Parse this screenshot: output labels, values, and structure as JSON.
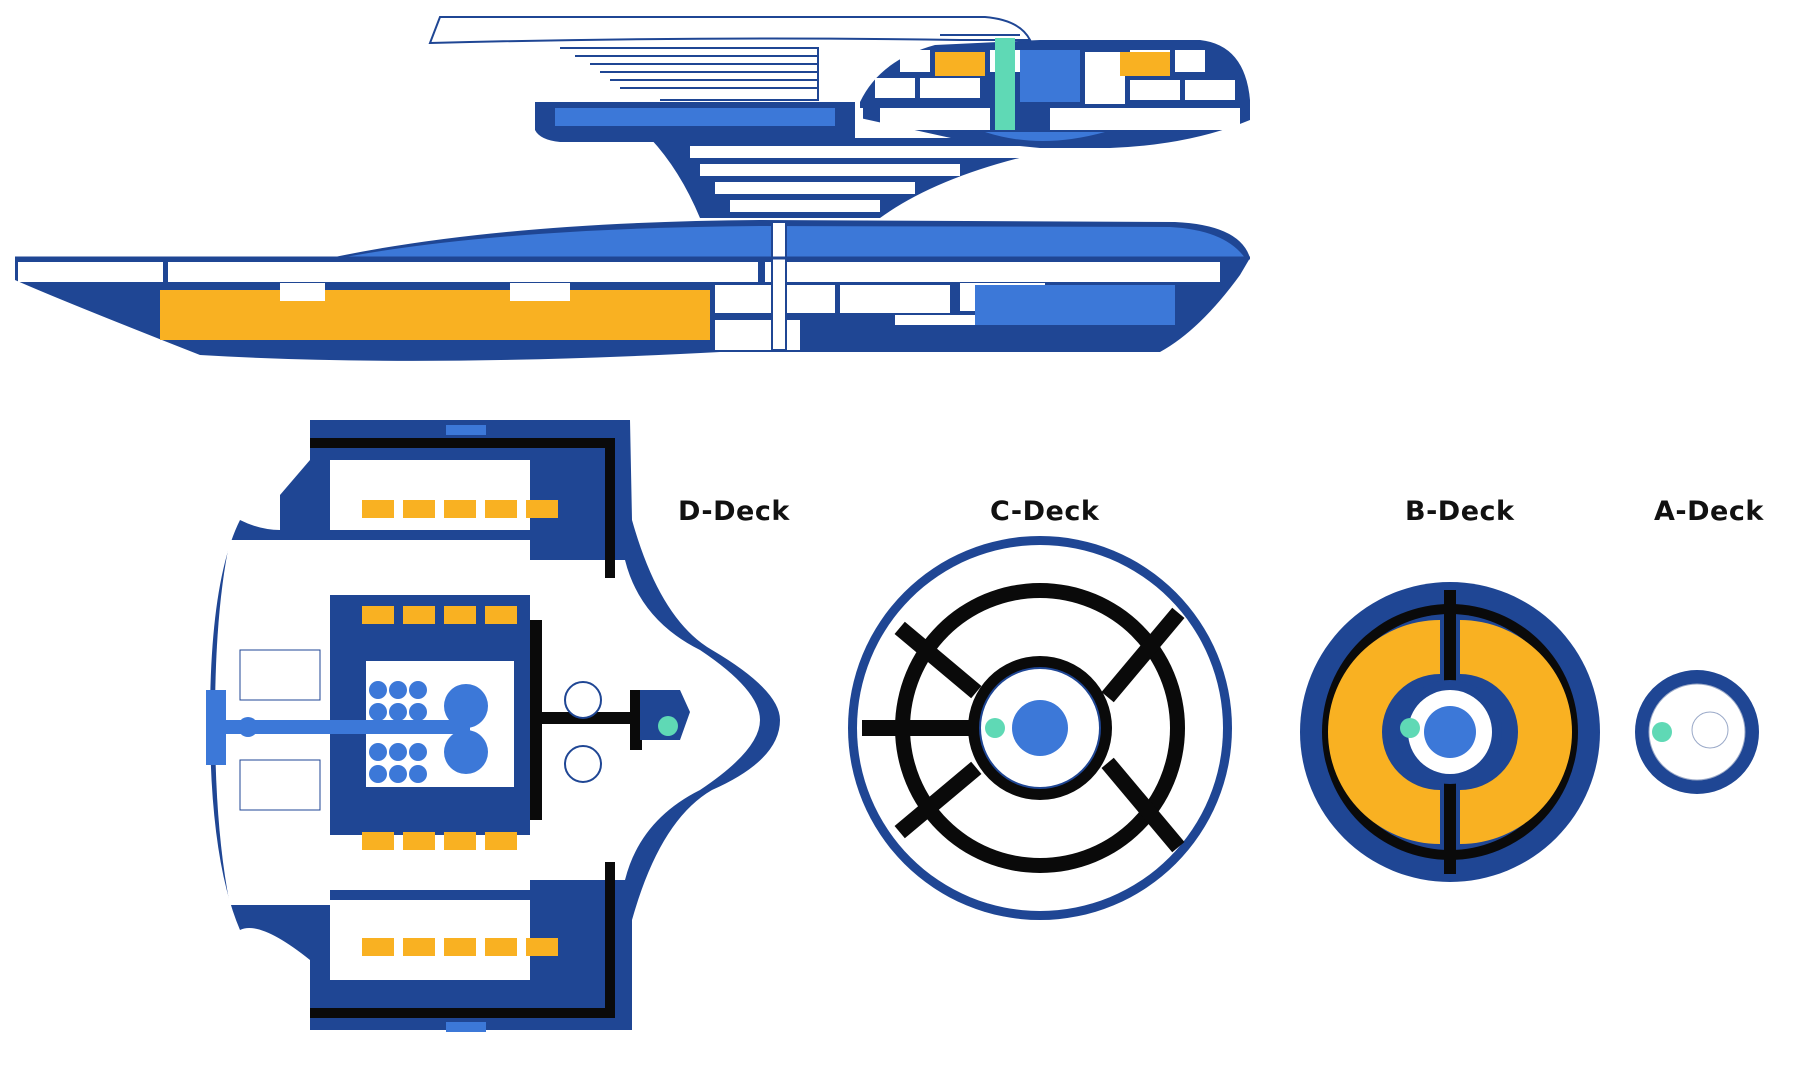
{
  "colors": {
    "hull_blue": "#1F4694",
    "interior_blue": "#3C78D8",
    "amber": "#F9B122",
    "turbolift_teal": "#5FD9B5",
    "corridor_black": "#0A0A0A",
    "room_white": "#FFFFFF"
  },
  "labels": {
    "d_deck": "D-Deck",
    "c_deck": "C-Deck",
    "b_deck": "B-Deck",
    "a_deck": "A-Deck"
  }
}
